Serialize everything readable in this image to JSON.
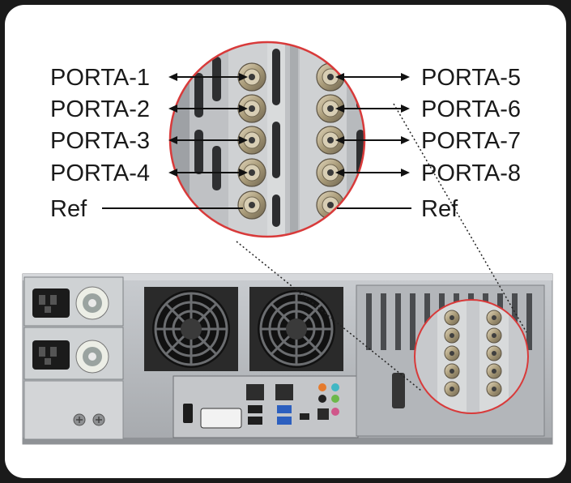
{
  "labels": {
    "left": [
      "PORTA-1",
      "PORTA-2",
      "PORTA-3",
      "PORTA-4",
      "Ref"
    ],
    "right": [
      "PORTA-5",
      "PORTA-6",
      "PORTA-7",
      "PORTA-8",
      "Ref"
    ]
  },
  "colors": {
    "frame": "#1a1a1a",
    "background": "#ffffff",
    "highlight_circle": "#d83a3a",
    "chassis": "#b9bcc0",
    "fan": "#2a2a2a",
    "bnc_connector": "#a89a78",
    "power_supply": "#cfd2d4"
  }
}
